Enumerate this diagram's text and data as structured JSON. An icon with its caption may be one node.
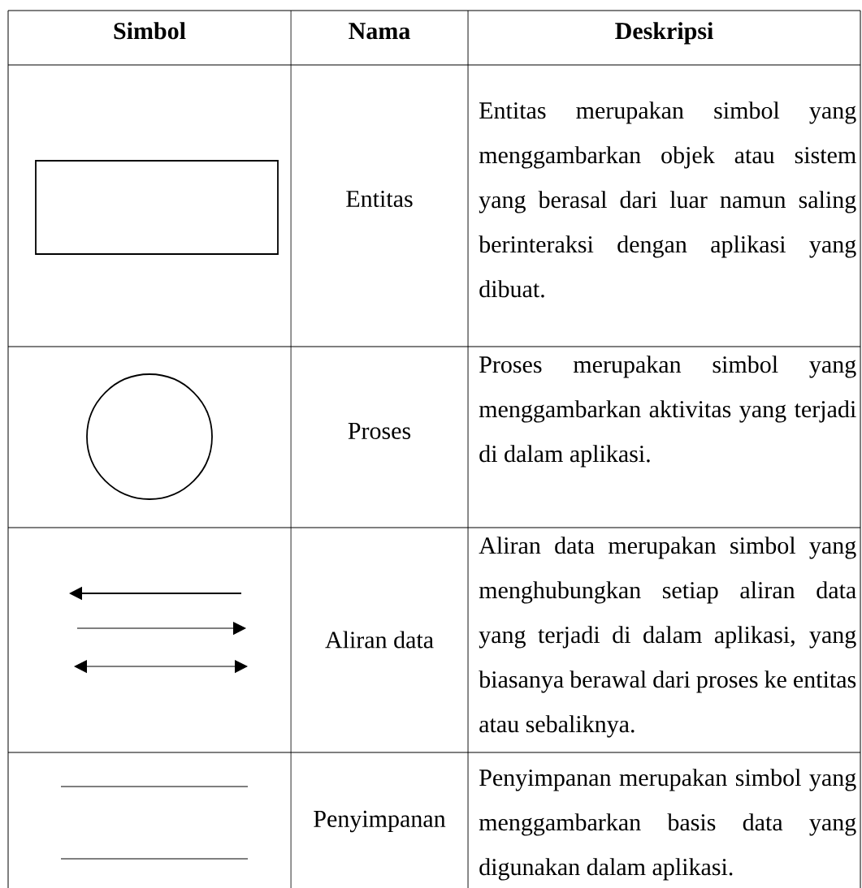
{
  "diagram": {
    "nodes": [
      {
        "text": [],
        "shape": "box"
      },
      {
        "text": [],
        "shape": "circle"
      }
    ],
    "labels": [
      "Simbol",
      "Nama",
      "Deskripsi",
      "Entitas",
      "Entitas merupakan simbol yang menggambarkan objek atau sistem yang berasal dari luar namun saling berinteraksi dengan aplikasi yang dibuat.",
      "Proses",
      "Proses merupakan simbol yang menggambarkan aktivitas yang terjadi di dalam aplikasi.",
      "Aliran data",
      "Aliran data merupakan simbol yang menghubungkan setiap aliran data yang terjadi di dalam aplikasi, yang biasanya berawal dari proses ke entitas atau sebaliknya.",
      "Penyimpanan",
      "Penyimpanan merupakan simbol yang menggambarkan basis data yang digunakan dalam aplikasi."
    ]
  }
}
